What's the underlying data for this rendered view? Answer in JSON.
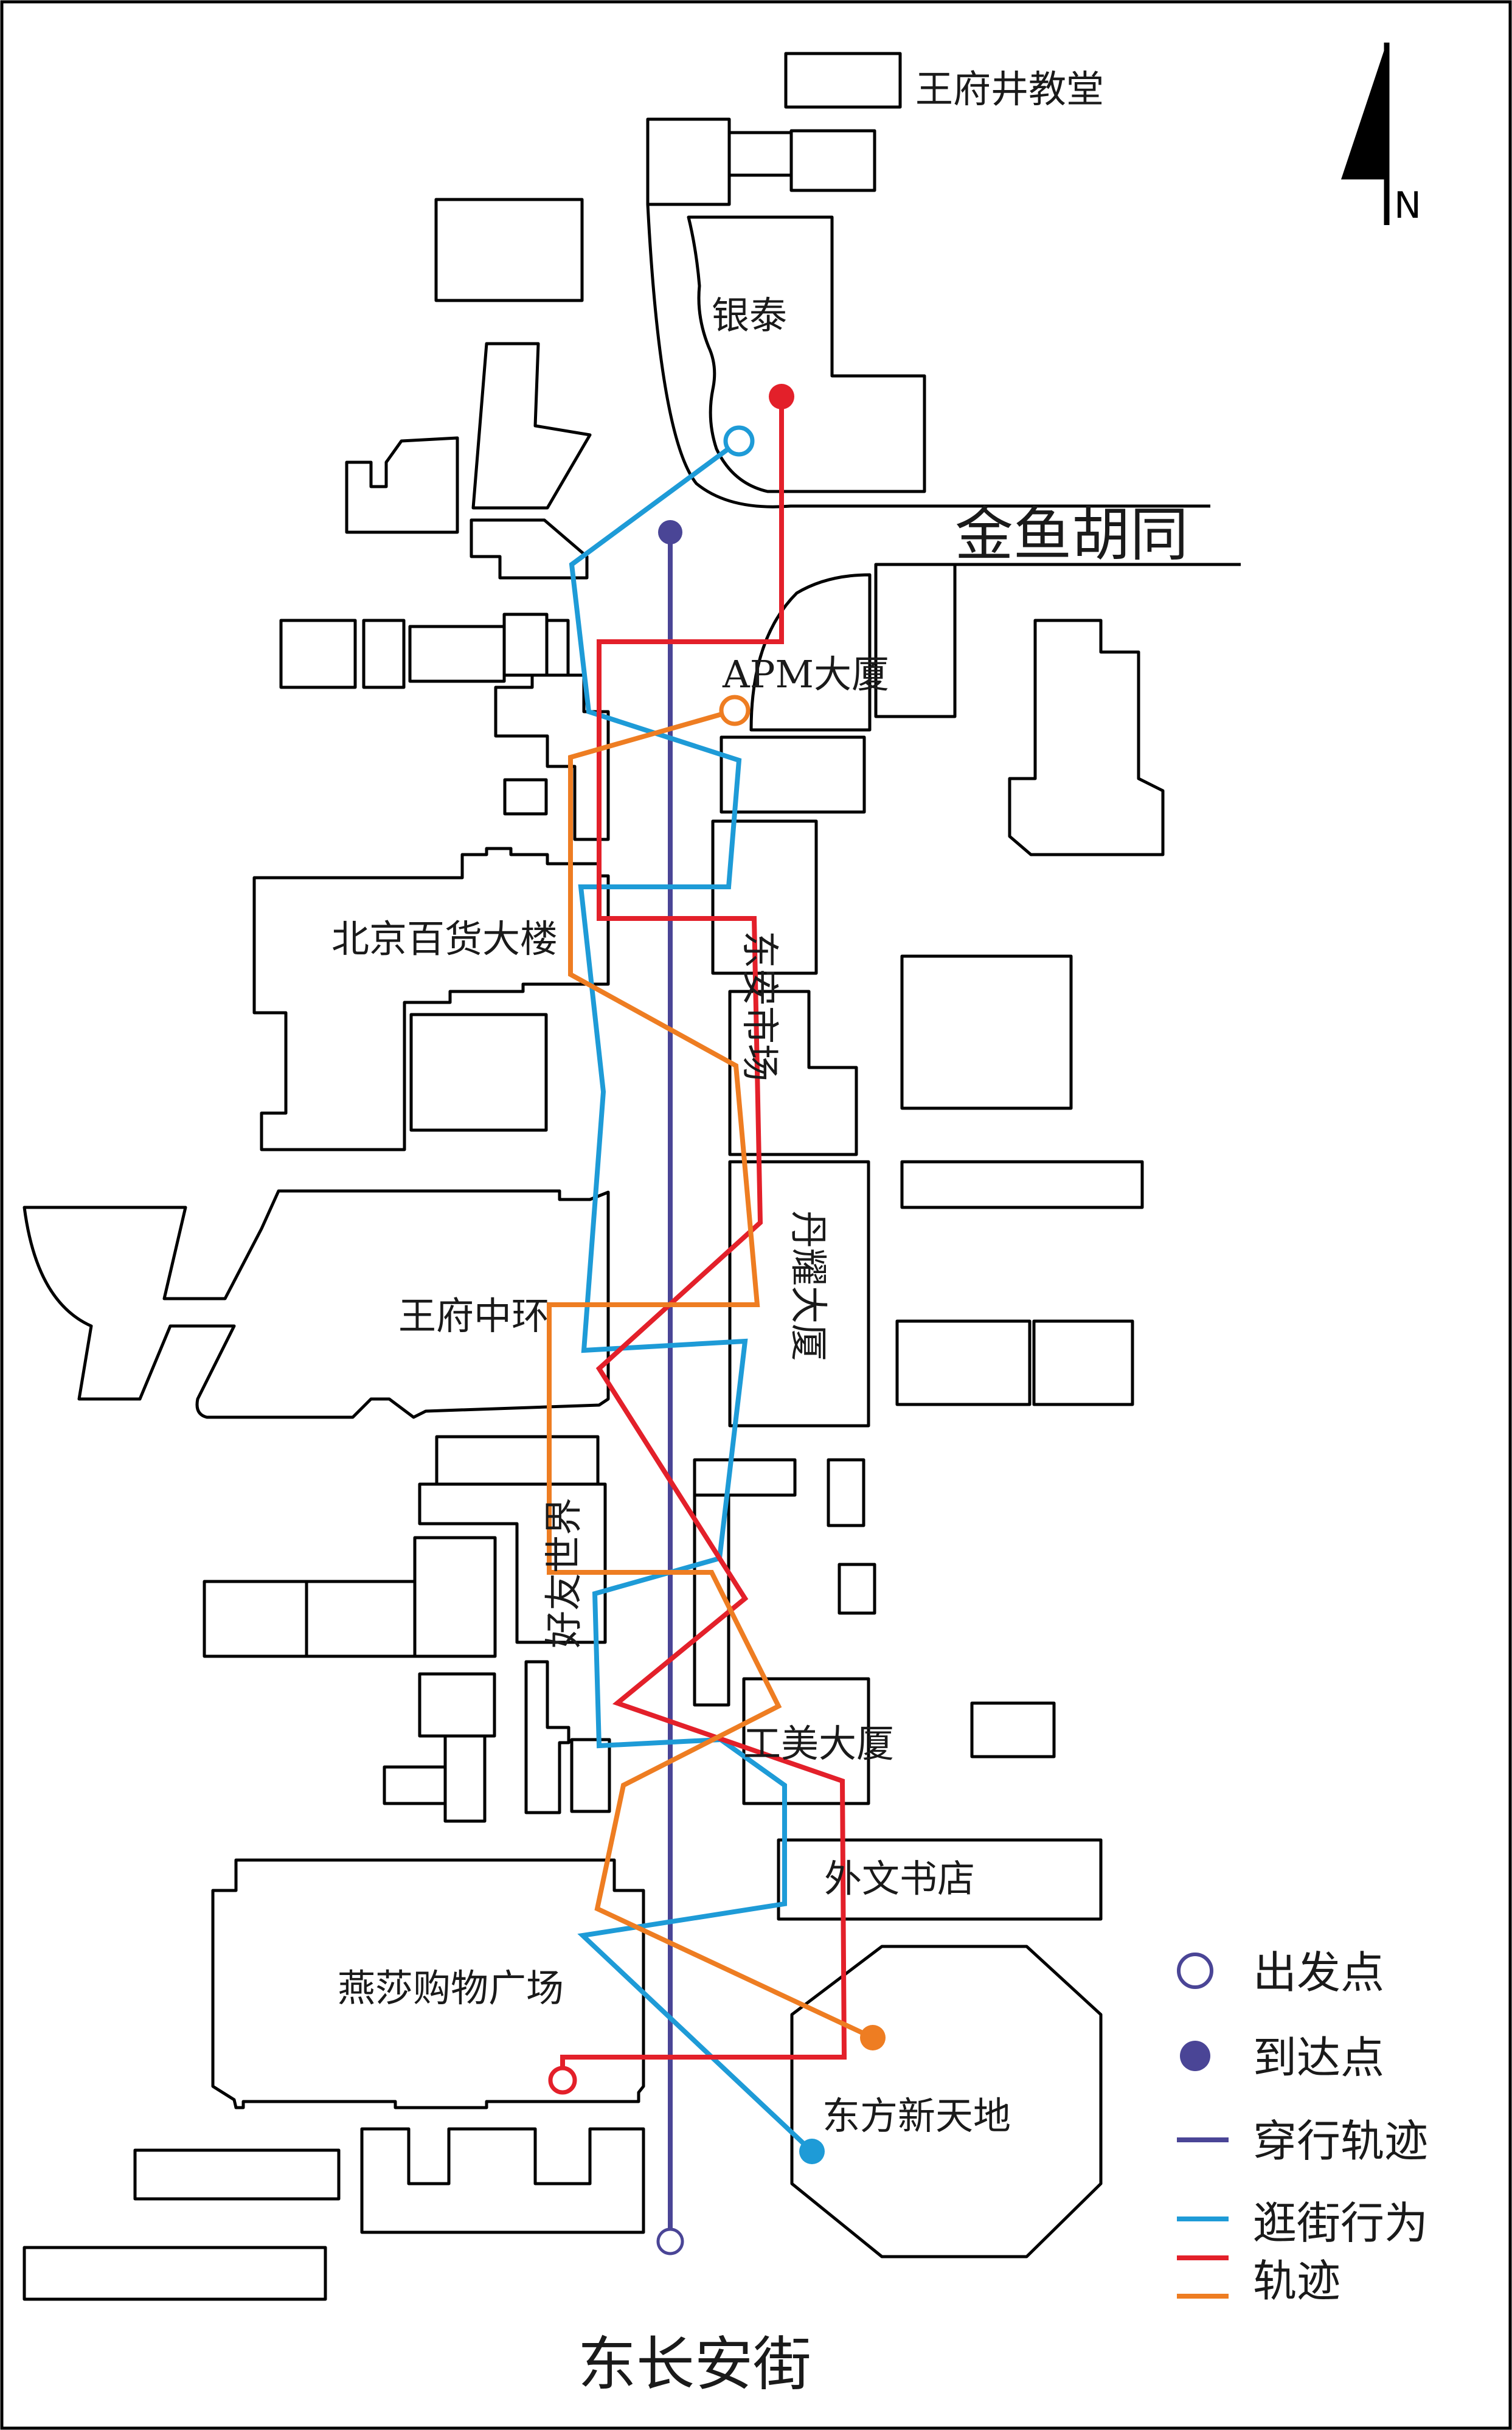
{
  "colors": {
    "transit": "#4a4596",
    "cyan": "#1e9bd7",
    "red": "#e3202a",
    "orange": "#ee7d22"
  },
  "north_label": "N",
  "street_labels": {
    "jinyu": "金鱼胡同",
    "changan": "东长安街"
  },
  "building_labels": {
    "church": "王府井教堂",
    "yintai": "银泰",
    "apm": "APM大厦",
    "beijing_dept": "北京百货大楼",
    "dongan": "东安市场",
    "wangfu_central": "王府中环",
    "danyao": "丹耀大厦",
    "haoyou": "好友世界",
    "gongmei": "工美大厦",
    "waiwen": "外文书店",
    "yansha": "燕莎购物广场",
    "oriental": "东方新天地"
  },
  "legend": {
    "start": "出发点",
    "end": "到达点",
    "transit": "穿行轨迹",
    "shopping_line1": "逛街行为",
    "shopping_line2": "轨迹"
  },
  "icons": [
    "north-arrow-icon",
    "start-circle-icon",
    "end-dot-icon"
  ]
}
